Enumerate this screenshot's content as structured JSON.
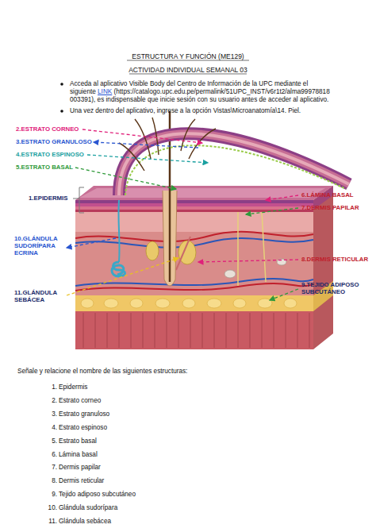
{
  "diagram": {
    "title": "ESTRUCTURA Y FUNCIÓN (ME129)",
    "labels": [
      "ACTIVIDAD INDIVIDUAL SEMANAL 03",
      "Acceda al aplicativo Visible Body del Centro de Información de la UPC mediante el siguiente",
      "LINK",
      "(https://catalogo.upc.edu.pe/permalink/51UPC_INST/v6r1t2/alma99978818003391)",
      ", es indispensable que inicie sesión con su usuario antes de acceder al aplicativo.",
      "Una vez dentro del aplicativo, ingrese a la opción Vistas\\Microanatomía\\14. Piel.",
      "2.ESTRATO CORNEO",
      "3.ESTRATO GRANULOSO",
      "4.ESTRATO ESPINOSO",
      "5.ESTRATO BASAL",
      "1.EPIDERMIS",
      "6.LÁMINA BASAL",
      "7.DERMIS PAPILAR",
      "10.GLÁNDULA SUDORÍPARA ECRINA",
      "8.DERMIS RETICULAR",
      "11.GLÁNDULA SEBÁCEA",
      "9.TEJIDO ADIPOSO SUBCUTÁNEO",
      "Señale y relacione el nombre de las siguientes estructuras:",
      "1.",
      "Epidermis",
      "2.",
      "Estrato corneo",
      "3.",
      "Estrato granuloso",
      "4.",
      "Estrato espinoso",
      "5.",
      "Estrato basal",
      "6.",
      "Lámina basal",
      "7.",
      "Dermis papilar",
      "8.",
      "Dermis reticular",
      "9.",
      "Tejido adiposo subcutáneo",
      "10.",
      "Glándula sudorípara",
      "11.",
      "Glándula sebácea"
    ]
  }
}
